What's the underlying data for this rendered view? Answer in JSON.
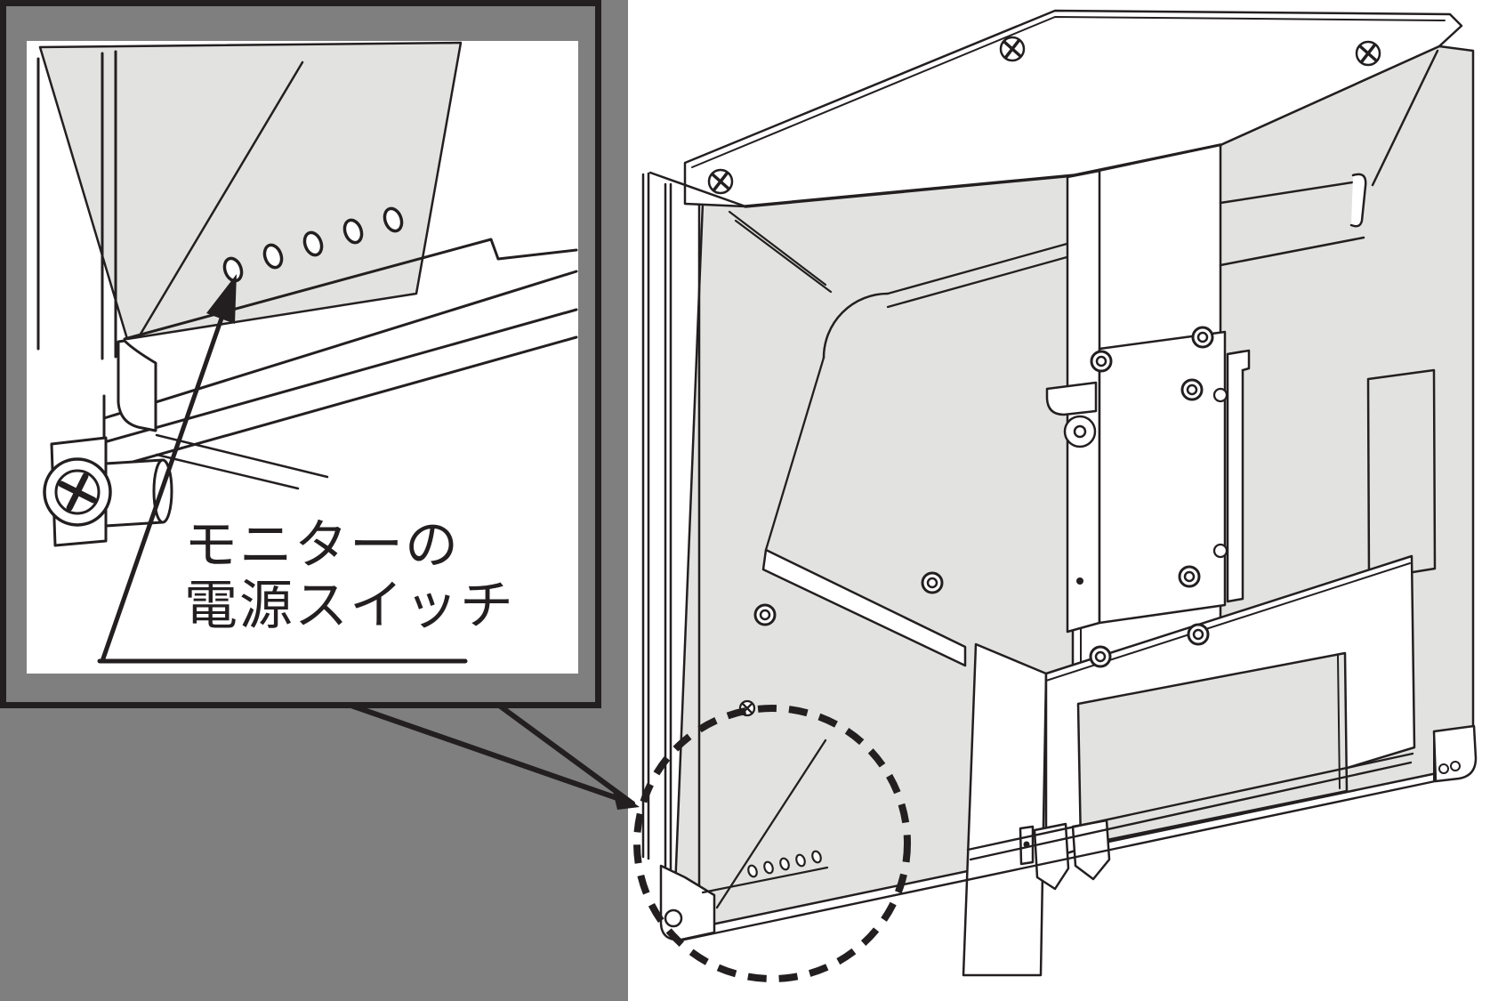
{
  "figure": {
    "type": "instruction-diagram",
    "subject": "monitor-rear-view-with-power-switch-callout",
    "callout": {
      "label": {
        "line1": "モニターの",
        "line2": "電源スイッチ",
        "full": "モニターの電源スイッチ"
      }
    },
    "colors": {
      "canvas_gray": "#7f7f7f",
      "line": "#231f20",
      "panel_gray": "#e2e3e1",
      "white": "#ffffff"
    },
    "icons": [
      {
        "name": "power-switch-holes",
        "glyph": "5 small ovals"
      },
      {
        "name": "phillips-screw",
        "glyph": "circle with cross"
      },
      {
        "name": "hex-nut",
        "glyph": "concentric circles"
      },
      {
        "name": "arrow",
        "glyph": "solid triangular arrowhead"
      },
      {
        "name": "dashed-highlight-circle",
        "glyph": "dashed circle"
      }
    ]
  }
}
